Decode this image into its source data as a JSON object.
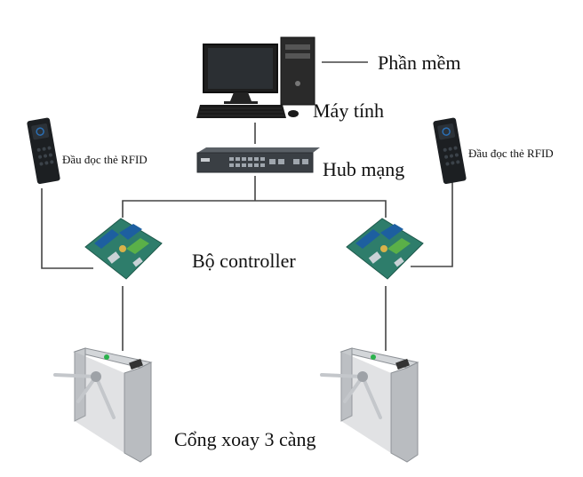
{
  "labels": {
    "software": "Phần mềm",
    "computer": "Máy tính",
    "hub": "Hub mạng",
    "rfid_left": "Đầu đọc thẻ RFID",
    "rfid_right": "Đầu đọc thẻ RFID",
    "controller": "Bộ controller",
    "turnstile": "Cổng xoay 3 càng"
  },
  "colors": {
    "line": "#444444",
    "reader_body": "#1c1f22",
    "reader_accent": "#2a6fb5",
    "switch_body": "#3a3f44",
    "pcb": "#2e7d6b",
    "steel": "#b9bcc0",
    "monitor": "#1e1e1e",
    "tower": "#2a2a2a"
  },
  "icons": [
    "desktop-computer-icon",
    "network-switch-icon",
    "rfid-reader-icon",
    "controller-board-icon",
    "tripod-turnstile-icon"
  ]
}
